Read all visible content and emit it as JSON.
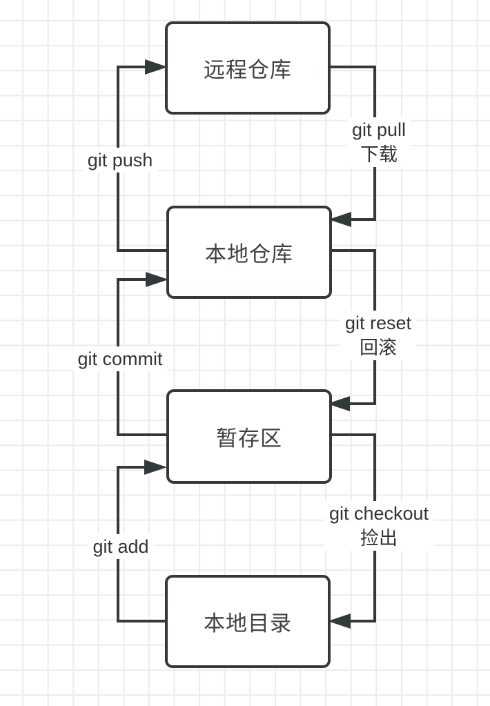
{
  "canvas": {
    "background": "#ffffff",
    "grid_line_color": "#ececec",
    "stroke_color": "#33383b",
    "node_text_color": "#3d4245",
    "label_text_color": "#313537"
  },
  "nodes": [
    {
      "id": "remote-repo",
      "label": "远程仓库"
    },
    {
      "id": "local-repo",
      "label": "本地仓库"
    },
    {
      "id": "staging-area",
      "label": "暂存区"
    },
    {
      "id": "local-dir",
      "label": "本地目录"
    }
  ],
  "edges": [
    {
      "id": "git-push",
      "label": "git push",
      "sublabel": "",
      "from": "local-repo",
      "to": "remote-repo",
      "direction": "up"
    },
    {
      "id": "git-pull",
      "label": "git pull",
      "sublabel": "下载",
      "from": "remote-repo",
      "to": "local-repo",
      "direction": "down"
    },
    {
      "id": "git-commit",
      "label": "git commit",
      "sublabel": "",
      "from": "staging-area",
      "to": "local-repo",
      "direction": "up"
    },
    {
      "id": "git-reset",
      "label": "git reset",
      "sublabel": "回滚",
      "from": "local-repo",
      "to": "staging-area",
      "direction": "down"
    },
    {
      "id": "git-add",
      "label": "git add",
      "sublabel": "",
      "from": "local-dir",
      "to": "staging-area",
      "direction": "up"
    },
    {
      "id": "git-checkout",
      "label": "git checkout",
      "sublabel": "捡出",
      "from": "staging-area",
      "to": "local-dir",
      "direction": "down"
    }
  ]
}
